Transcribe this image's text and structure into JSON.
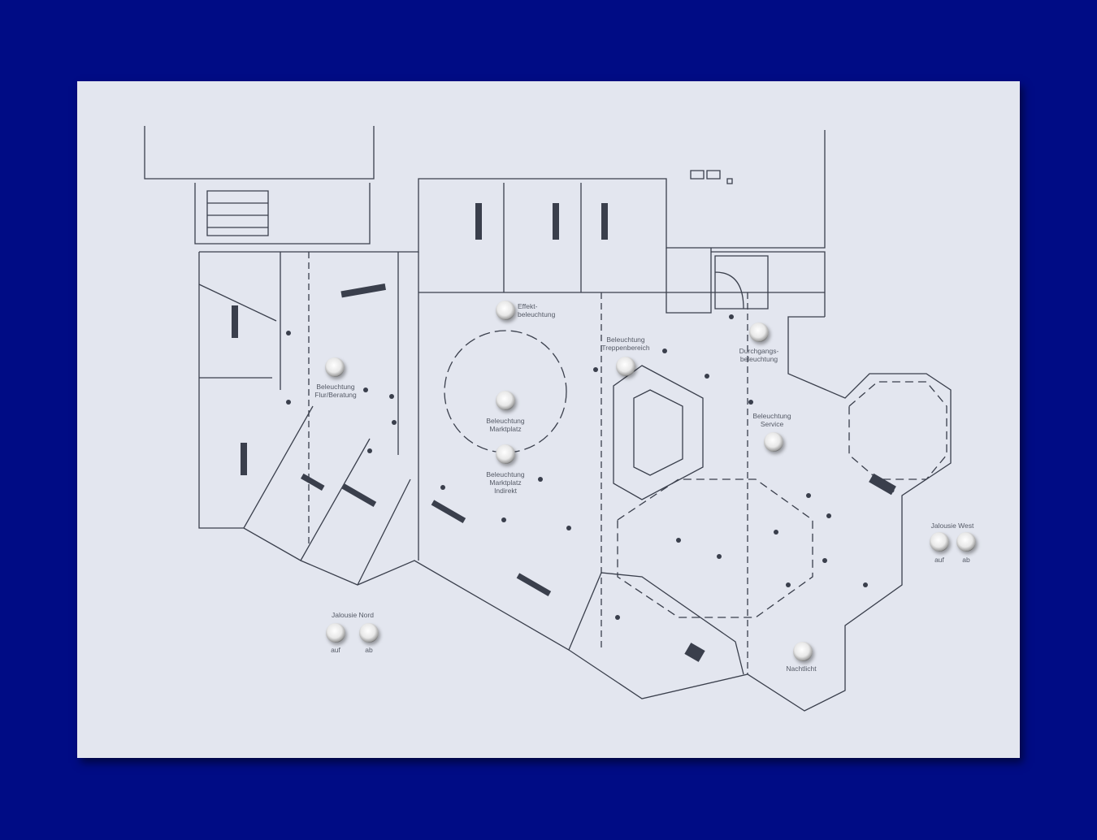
{
  "controls": {
    "effekt": {
      "label": "Effekt-\nbeleuchtung"
    },
    "flur": {
      "label": "Beleuchtung\nFlur/Beratung"
    },
    "marktplatz": {
      "label": "Beleuchtung\nMarktplatz"
    },
    "marktplatz_indirekt": {
      "label": "Beleuchtung\nMarktplatz\nIndirekt"
    },
    "treppen": {
      "label": "Beleuchtung\nTreppenbereich"
    },
    "durchgang": {
      "label": "Durchgangs-\nbeleuchtung"
    },
    "service": {
      "label": "Beleuchtung\nService"
    },
    "nachtlicht": {
      "label": "Nachtlicht"
    },
    "jalousie_nord": {
      "label": "Jalousie Nord",
      "up": "auf",
      "down": "ab"
    },
    "jalousie_west": {
      "label": "Jalousie West",
      "up": "auf",
      "down": "ab"
    }
  },
  "colors": {
    "background": "#000c85",
    "board": "#e3e6ef",
    "lines": "#3a3f4c"
  }
}
